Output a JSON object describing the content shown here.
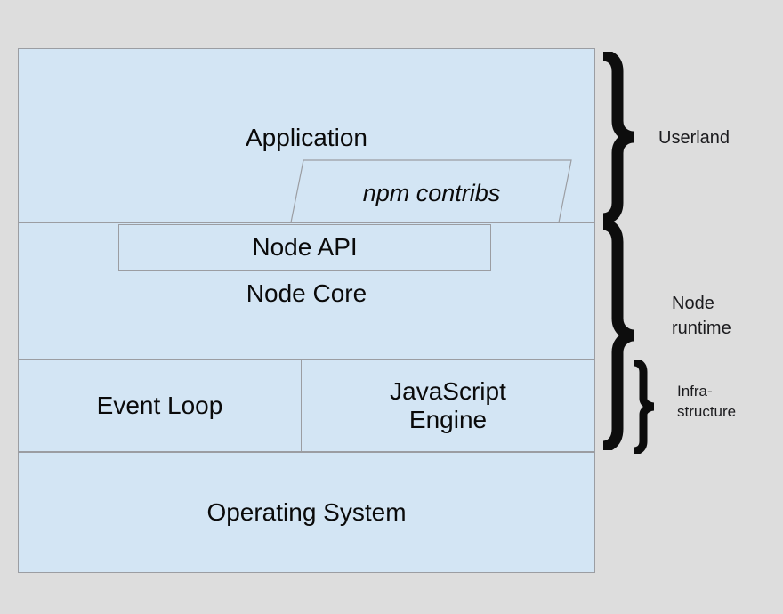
{
  "diagram": {
    "title": "Node.js runtime layer stack",
    "colors": {
      "page_background": "#dddddd",
      "box_fill": "#d3e5f4",
      "box_border": "#9b9da2",
      "brace": "#0d0d0d",
      "text": "#0a0a0a"
    },
    "layers": [
      {
        "id": "application",
        "label": "Application"
      },
      {
        "id": "npm-contribs",
        "label": "npm contribs"
      },
      {
        "id": "node-api",
        "label": "Node API"
      },
      {
        "id": "node-core",
        "label": "Node Core"
      },
      {
        "id": "event-loop",
        "label": "Event Loop"
      },
      {
        "id": "javascript-engine",
        "label": "JavaScript\nEngine"
      },
      {
        "id": "operating-system",
        "label": "Operating System"
      }
    ],
    "groups": [
      {
        "id": "userland",
        "label": "Userland"
      },
      {
        "id": "node-runtime",
        "label": "Node\nruntime"
      },
      {
        "id": "infrastructure",
        "label": "Infra-\nstructure"
      }
    ],
    "icons": {
      "brace_userland": "curly-brace-icon",
      "brace_node_runtime": "curly-brace-icon",
      "brace_infrastructure": "curly-brace-icon"
    }
  }
}
